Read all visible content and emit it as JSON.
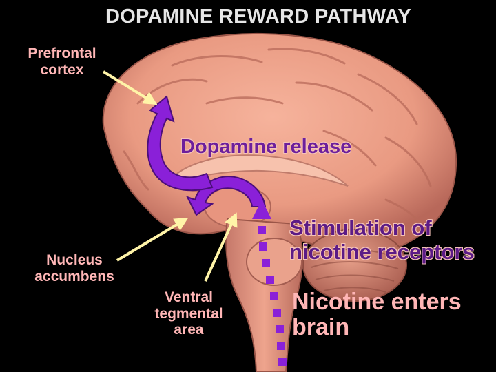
{
  "title": "DOPAMINE REWARD PATHWAY",
  "labels": {
    "prefrontal_cortex": "Prefrontal\ncortex",
    "dopamine_release": "Dopamine release",
    "stimulation": "Stimulation of\nnicotine receptors",
    "nucleus_accumbens": "Nucleus\naccumbens",
    "ventral_tegmental_area": "Ventral\ntegmental\narea",
    "nicotine_enters": "Nicotine enters\nbrain"
  },
  "colors": {
    "background": "#000000",
    "brain": "#f0a089",
    "brain_shadow": "#c0705e",
    "pathway": "#8a20d8",
    "pointer": "#fff4a8",
    "label_text": "#ffb6b6",
    "title_text": "#e6e6e6"
  }
}
